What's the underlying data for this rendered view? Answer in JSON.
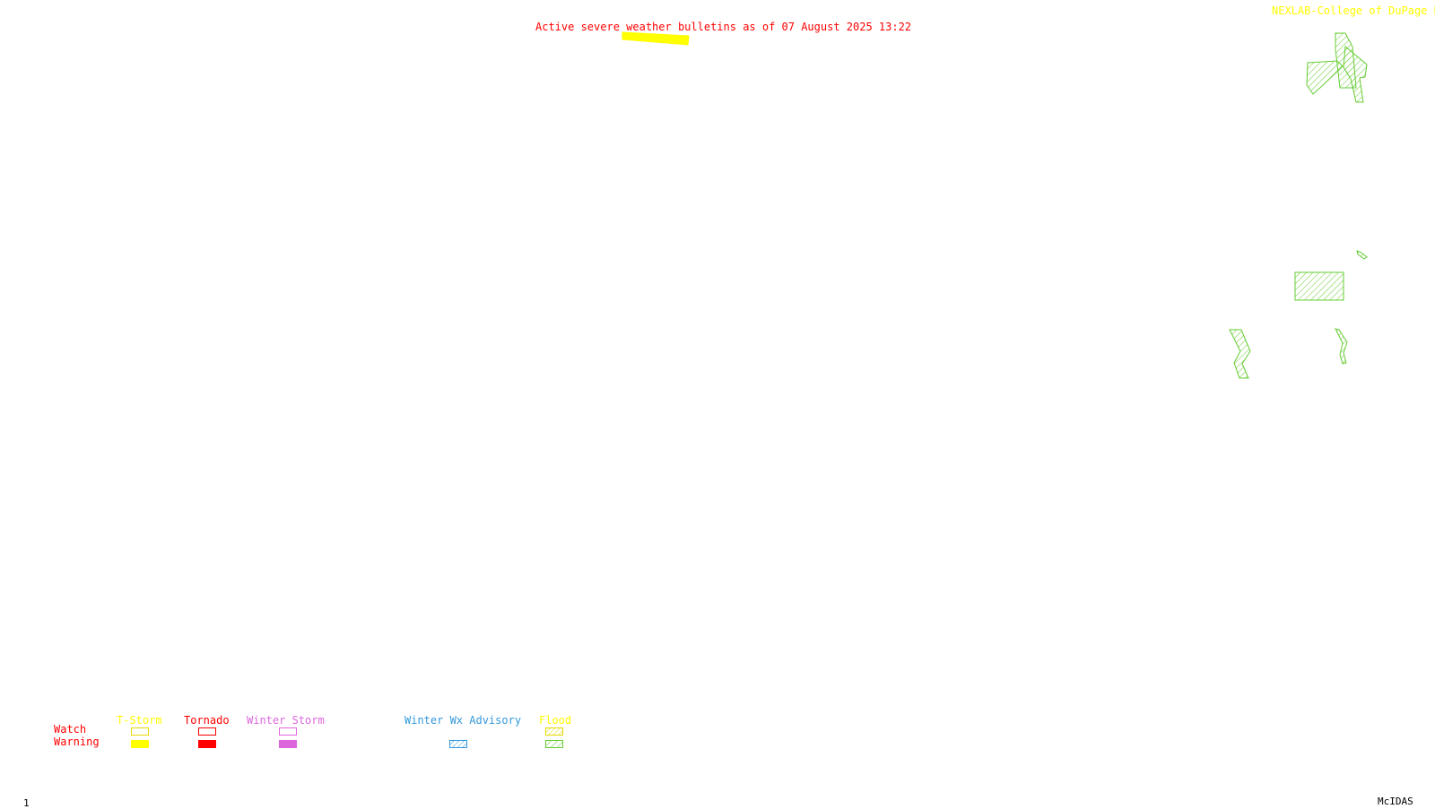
{
  "header": {
    "title": "Active severe weather bulletins as of 07 August 2025 13:22",
    "credit": "NEXLAB-College of DuPage R"
  },
  "legend": {
    "row_watch": "Watch",
    "row_warning": "Warning",
    "columns": [
      {
        "label": "T-Storm",
        "color": "#ffff00",
        "watch_style": "outline",
        "warning_style": "solid"
      },
      {
        "label": "Tornado",
        "color": "#ff0000",
        "watch_style": "outline",
        "warning_style": "solid"
      },
      {
        "label": "Winter Storm",
        "color": "#dd66dd",
        "watch_style": "outline",
        "warning_style": "solid"
      },
      {
        "label": "Winter Wx Advisory",
        "color": "#3399dd",
        "warning_style": "hatched"
      },
      {
        "label": "Flood",
        "color": "#ffff00",
        "warning_color": "#66cc33",
        "watch_style": "hatched",
        "warning_style": "hatched"
      }
    ]
  },
  "footer": {
    "frame_number": "1",
    "software": "McIDAS"
  },
  "colors": {
    "title": "#ff0000",
    "credit": "#ffff00",
    "flood_warning": "#66cc33",
    "tstorm_warning": "#ffff00",
    "footer_text": "#000000"
  },
  "alerts": [
    {
      "type": "T-Storm Warning"
    },
    {
      "type": "Flood Warning"
    },
    {
      "type": "Flood Warning"
    },
    {
      "type": "Flood Warning"
    },
    {
      "type": "Flood Warning"
    },
    {
      "type": "Flood Warning"
    },
    {
      "type": "Flood Warning"
    },
    {
      "type": "Flood Warning"
    }
  ]
}
